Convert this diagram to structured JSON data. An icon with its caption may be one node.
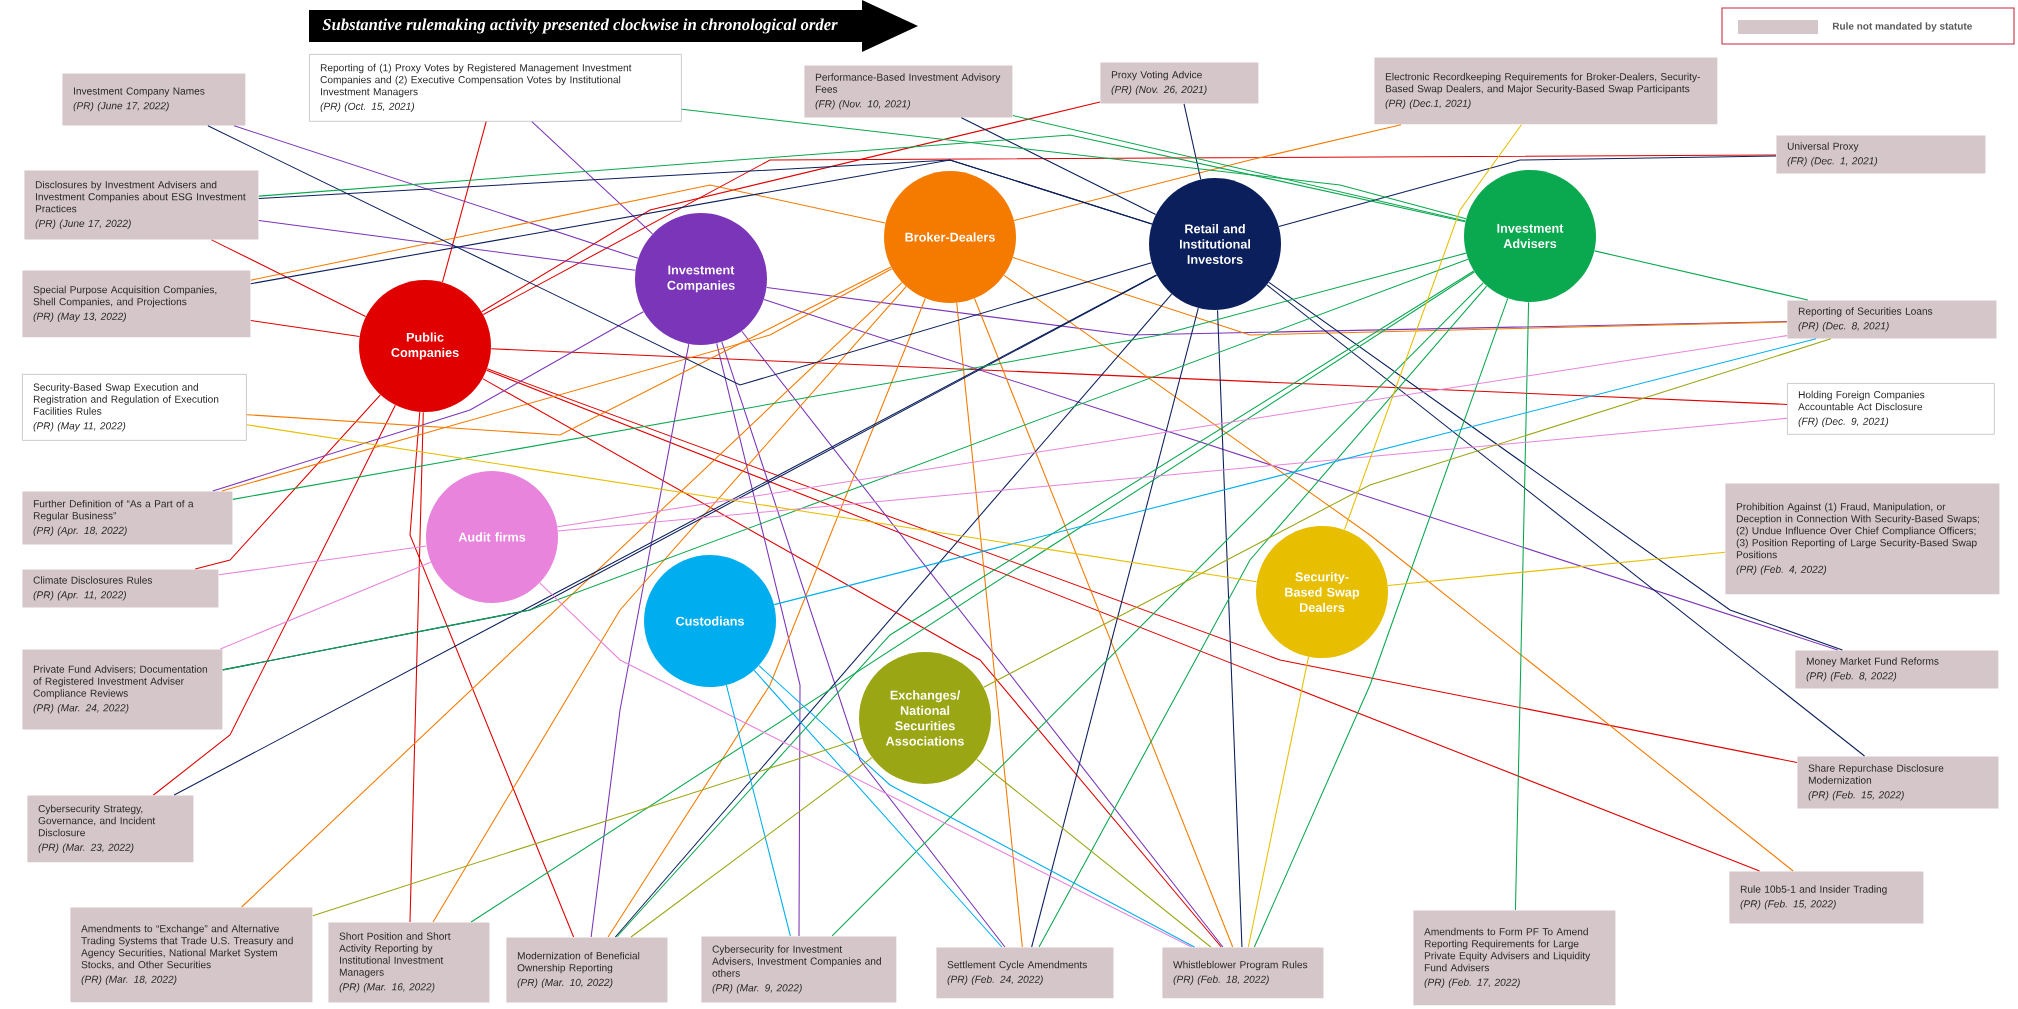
{
  "diagram": {
    "title": "Substantive rulemaking activity presented clockwise in chronological order",
    "nodes": [
      {
        "text": [
          "Public Companies"
        ]
      },
      {
        "text": [
          "Investment Companies"
        ]
      },
      {
        "text": [
          "Broker-Dealers"
        ]
      },
      {
        "text": [
          "Retail and Institutional Investors"
        ]
      },
      {
        "text": [
          "Investment Advisers"
        ]
      },
      {
        "text": [
          "Audit firms"
        ]
      },
      {
        "text": [
          "Custodians"
        ]
      },
      {
        "text": [
          "Exchanges/ National Securities Associations"
        ]
      },
      {
        "text": [
          "Security-Based Swap Dealers"
        ]
      },
      {
        "text": [
          "Investment Company Names",
          "(PR) (June 17, 2022)"
        ]
      },
      {
        "text": [
          "Reporting of (1) Proxy Votes by Registered Management Investment Companies and (2) Executive Compensation Votes by Institutional Investment Managers",
          "(PR) (Oct. 15, 2021)"
        ]
      },
      {
        "text": [
          "Disclosures by Investment Advisers and Investment Companies about ESG Investment Practices",
          "(PR) (June 17, 2022)"
        ]
      },
      {
        "text": [
          "Special Purpose Acquisition Companies, Shell Companies, and Projections",
          "(PR) (May 13, 2022)"
        ]
      },
      {
        "text": [
          "Security-Based Swap Execution and Registration and Regulation of Execution Facilities Rules",
          "(PR) (May 11, 2022)"
        ]
      },
      {
        "text": [
          "Further Definition of “As a Part of a Regular Business”",
          "(PR) (Apr. 18, 2022)"
        ]
      },
      {
        "text": [
          "Climate Disclosures Rules",
          "(PR) (Apr. 11, 2022)"
        ]
      },
      {
        "text": [
          "Private Fund Advisers; Documentation of Registered Investment Adviser Compliance Reviews",
          "(PR) (Mar. 24, 2022)"
        ]
      },
      {
        "text": [
          "Cybersecurity Strategy, Governance, and Incident Disclosure",
          "(PR) (Mar. 23, 2022)"
        ]
      },
      {
        "text": [
          "Amendments to “Exchange” and Alternative Trading Systems that Trade U.S. Treasury and Agency Securities, National Market System Stocks, and Other Securities",
          "(PR) (Mar. 18, 2022)"
        ]
      },
      {
        "text": [
          "Short Position and Short Activity Reporting by Institutional Investment Managers",
          "(PR) (Mar. 16, 2022)"
        ]
      },
      {
        "text": [
          "Modernization of Beneficial Ownership Reporting",
          "(PR) (Mar. 10, 2022)"
        ]
      },
      {
        "text": [
          "Cybersecurity for Investment Advisers, Investment Companies and others",
          "(PR) (Mar. 9, 2022)"
        ]
      },
      {
        "text": [
          "Settlement Cycle Amendments",
          "(PR) (Feb. 24, 2022)"
        ]
      },
      {
        "text": [
          "Whistleblower Program Rules",
          "(PR) (Feb. 18, 2022)"
        ]
      },
      {
        "text": [
          "Amendments to Form PF To Amend Reporting Requirements for Large Private Equity Advisers and Liquidity Fund Advisers",
          "(PR) (Feb. 17, 2022)"
        ]
      },
      {
        "text": [
          "Rule 10b5-1 and Insider Trading",
          "(PR) (Feb. 15, 2022)"
        ]
      },
      {
        "text": [
          "Share Repurchase Disclosure Modernization",
          "(PR) (Feb. 15, 2022)"
        ]
      },
      {
        "text": [
          "Money Market Fund Reforms",
          "(PR) (Feb. 8, 2022)"
        ]
      },
      {
        "text": [
          "Prohibition Against (1) Fraud, Manipulation, or Deception in Connection With Security-Based Swaps; (2) Undue Influence Over Chief Compliance Officers; (3) Position Reporting of Large Security-Based Swap Positions",
          "(PR) (Feb. 4, 2022)"
        ]
      },
      {
        "text": [
          "Holding Foreign Companies Accountable Act Disclosure",
          "(FR) (Dec. 9, 2021)"
        ]
      },
      {
        "text": [
          "Reporting of Securities Loans",
          "(PR) (Dec. 8, 2021)"
        ]
      },
      {
        "text": [
          "Universal Proxy",
          "(FR) (Dec. 1, 2021)"
        ]
      },
      {
        "text": [
          "Electronic Recordkeeping Requirements for Broker-Dealers, Security-Based Swap Dealers, and Major Security-Based Swap Participants",
          "(PR)  (Dec.1, 2021)"
        ]
      },
      {
        "text": [
          "Proxy Voting Advice",
          "(PR) (Nov. 26, 2021)"
        ]
      },
      {
        "text": [
          "Performance-Based Investment Advisory Fees",
          "(FR) (Nov. 10, 2021)"
        ]
      }
    ],
    "edges": [
      {
        "from": 0,
        "to": 10,
        "arrow": "none",
        "color": "#e00000"
      },
      {
        "from": 0,
        "to": 11,
        "arrow": "none",
        "color": "#e00000"
      },
      {
        "from": 0,
        "to": 12,
        "arrow": "none",
        "color": "#e00000"
      },
      {
        "from": 0,
        "to": 15,
        "arrow": "none",
        "color": "#e00000"
      },
      {
        "from": 0,
        "to": 17,
        "arrow": "none",
        "color": "#e00000"
      },
      {
        "from": 0,
        "to": 19,
        "arrow": "none",
        "color": "#e00000"
      },
      {
        "from": 0,
        "to": 20,
        "arrow": "none",
        "color": "#e00000"
      },
      {
        "from": 0,
        "to": 23,
        "arrow": "none",
        "color": "#e00000"
      },
      {
        "from": 0,
        "to": 25,
        "arrow": "none",
        "color": "#e00000"
      },
      {
        "from": 0,
        "to": 26,
        "arrow": "none",
        "color": "#e00000"
      },
      {
        "from": 0,
        "to": 29,
        "arrow": "none",
        "color": "#e00000"
      },
      {
        "from": 0,
        "to": 31,
        "arrow": "none",
        "color": "#e00000"
      },
      {
        "from": 0,
        "to": 33,
        "arrow": "none",
        "color": "#e00000"
      },
      {
        "from": 1,
        "to": 9,
        "arrow": "none",
        "color": "#7b35b8"
      },
      {
        "from": 1,
        "to": 10,
        "arrow": "none",
        "color": "#7b35b8"
      },
      {
        "from": 1,
        "to": 11,
        "arrow": "none",
        "color": "#7b35b8"
      },
      {
        "from": 1,
        "to": 14,
        "arrow": "none",
        "color": "#7b35b8"
      },
      {
        "from": 1,
        "to": 20,
        "arrow": "none",
        "color": "#7b35b8"
      },
      {
        "from": 1,
        "to": 21,
        "arrow": "none",
        "color": "#7b35b8"
      },
      {
        "from": 1,
        "to": 22,
        "arrow": "none",
        "color": "#7b35b8"
      },
      {
        "from": 1,
        "to": 23,
        "arrow": "none",
        "color": "#7b35b8"
      },
      {
        "from": 1,
        "to": 27,
        "arrow": "none",
        "color": "#7b35b8"
      },
      {
        "from": 1,
        "to": 30,
        "arrow": "none",
        "color": "#7b35b8"
      },
      {
        "from": 2,
        "to": 12,
        "arrow": "none",
        "color": "#f47a00"
      },
      {
        "from": 2,
        "to": 13,
        "arrow": "none",
        "color": "#f47a00"
      },
      {
        "from": 2,
        "to": 14,
        "arrow": "none",
        "color": "#f47a00"
      },
      {
        "from": 2,
        "to": 18,
        "arrow": "none",
        "color": "#f47a00"
      },
      {
        "from": 2,
        "to": 19,
        "arrow": "none",
        "color": "#f47a00"
      },
      {
        "from": 2,
        "to": 20,
        "arrow": "none",
        "color": "#f47a00"
      },
      {
        "from": 2,
        "to": 22,
        "arrow": "none",
        "color": "#f47a00"
      },
      {
        "from": 2,
        "to": 23,
        "arrow": "none",
        "color": "#f47a00"
      },
      {
        "from": 2,
        "to": 25,
        "arrow": "none",
        "color": "#f47a00"
      },
      {
        "from": 2,
        "to": 30,
        "arrow": "none",
        "color": "#f47a00"
      },
      {
        "from": 2,
        "to": 32,
        "arrow": "none",
        "color": "#f47a00"
      },
      {
        "from": 3,
        "to": 9,
        "arrow": "none",
        "color": "#0b1f5c"
      },
      {
        "from": 3,
        "to": 11,
        "arrow": "none",
        "color": "#0b1f5c"
      },
      {
        "from": 3,
        "to": 12,
        "arrow": "none",
        "color": "#0b1f5c"
      },
      {
        "from": 3,
        "to": 16,
        "arrow": "none",
        "color": "#0b1f5c"
      },
      {
        "from": 3,
        "to": 17,
        "arrow": "none",
        "color": "#0b1f5c"
      },
      {
        "from": 3,
        "to": 20,
        "arrow": "none",
        "color": "#0b1f5c"
      },
      {
        "from": 3,
        "to": 22,
        "arrow": "none",
        "color": "#0b1f5c"
      },
      {
        "from": 3,
        "to": 23,
        "arrow": "none",
        "color": "#0b1f5c"
      },
      {
        "from": 3,
        "to": 26,
        "arrow": "none",
        "color": "#0b1f5c"
      },
      {
        "from": 3,
        "to": 27,
        "arrow": "none",
        "color": "#0b1f5c"
      },
      {
        "from": 3,
        "to": 31,
        "arrow": "none",
        "color": "#0b1f5c"
      },
      {
        "from": 3,
        "to": 33,
        "arrow": "none",
        "color": "#0b1f5c"
      },
      {
        "from": 3,
        "to": 34,
        "arrow": "none",
        "color": "#0b1f5c"
      },
      {
        "from": 4,
        "to": 10,
        "arrow": "none",
        "color": "#0aa84f"
      },
      {
        "from": 4,
        "to": 11,
        "arrow": "none",
        "color": "#0aa84f"
      },
      {
        "from": 4,
        "to": 14,
        "arrow": "none",
        "color": "#0aa84f"
      },
      {
        "from": 4,
        "to": 16,
        "arrow": "none",
        "color": "#0aa84f"
      },
      {
        "from": 4,
        "to": 19,
        "arrow": "none",
        "color": "#0aa84f"
      },
      {
        "from": 4,
        "to": 20,
        "arrow": "none",
        "color": "#0aa84f"
      },
      {
        "from": 4,
        "to": 21,
        "arrow": "none",
        "color": "#0aa84f"
      },
      {
        "from": 4,
        "to": 22,
        "arrow": "none",
        "color": "#0aa84f"
      },
      {
        "from": 4,
        "to": 23,
        "arrow": "none",
        "color": "#0aa84f"
      },
      {
        "from": 4,
        "to": 24,
        "arrow": "none",
        "color": "#0aa84f"
      },
      {
        "from": 4,
        "to": 30,
        "arrow": "none",
        "color": "#0aa84f"
      },
      {
        "from": 4,
        "to": 34,
        "arrow": "none",
        "color": "#0aa84f"
      },
      {
        "from": 5,
        "to": 15,
        "arrow": "none",
        "color": "#e884dc"
      },
      {
        "from": 5,
        "to": 16,
        "arrow": "none",
        "color": "#e884dc"
      },
      {
        "from": 5,
        "to": 23,
        "arrow": "none",
        "color": "#e884dc"
      },
      {
        "from": 5,
        "to": 29,
        "arrow": "none",
        "color": "#e884dc"
      },
      {
        "from": 5,
        "to": 30,
        "arrow": "none",
        "color": "#e884dc"
      },
      {
        "from": 6,
        "to": 21,
        "arrow": "none",
        "color": "#00aeef"
      },
      {
        "from": 6,
        "to": 22,
        "arrow": "none",
        "color": "#00aeef"
      },
      {
        "from": 6,
        "to": 23,
        "arrow": "none",
        "color": "#00aeef"
      },
      {
        "from": 6,
        "to": 30,
        "arrow": "none",
        "color": "#00aeef"
      },
      {
        "from": 7,
        "to": 18,
        "arrow": "none",
        "color": "#9aa613"
      },
      {
        "from": 7,
        "to": 20,
        "arrow": "none",
        "color": "#9aa613"
      },
      {
        "from": 7,
        "to": 23,
        "arrow": "none",
        "color": "#9aa613"
      },
      {
        "from": 7,
        "to": 30,
        "arrow": "none",
        "color": "#9aa613"
      },
      {
        "from": 8,
        "to": 13,
        "arrow": "none",
        "color": "#e7be00"
      },
      {
        "from": 8,
        "to": 23,
        "arrow": "none",
        "color": "#e7be00"
      },
      {
        "from": 8,
        "to": 28,
        "arrow": "none",
        "color": "#e7be00"
      },
      {
        "from": 8,
        "to": 32,
        "arrow": "none",
        "color": "#e7be00"
      }
    ],
    "legend": [
      {
        "text": "Rule not mandated by statute",
        "color": "#d5c6c9"
      }
    ]
  }
}
